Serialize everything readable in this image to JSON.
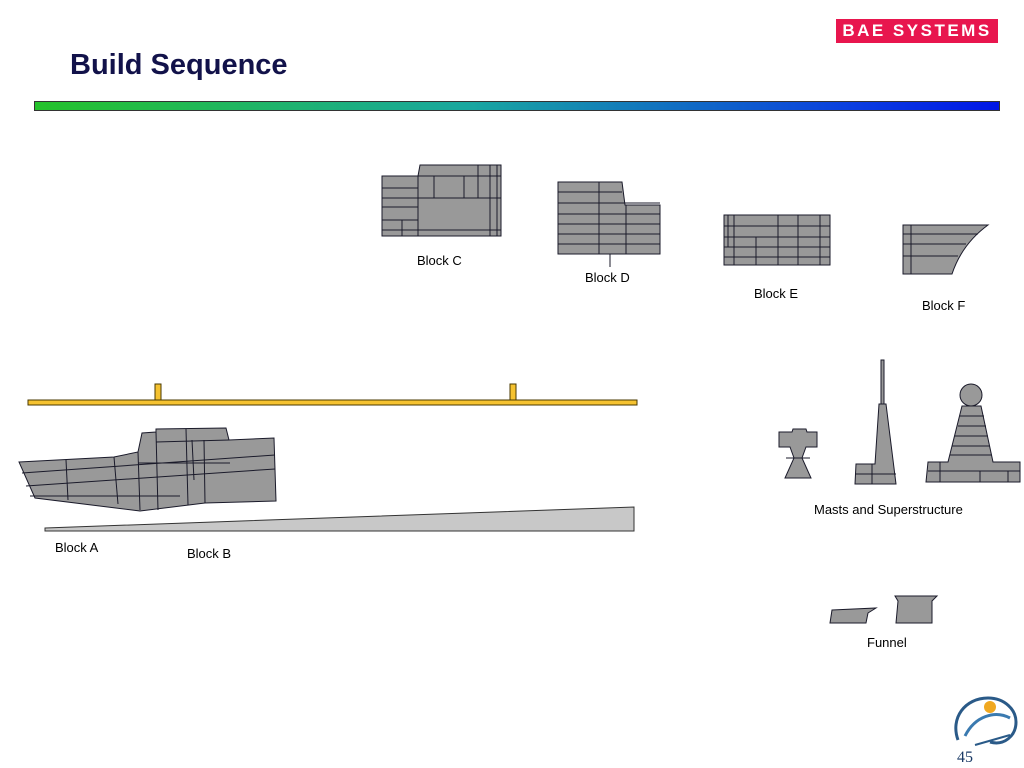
{
  "header": {
    "title": "Build Sequence",
    "logo_text": "BAE SYSTEMS",
    "logo_color": "#e8164e"
  },
  "labels": {
    "block_c": "Block C",
    "block_d": "Block D",
    "block_e": "Block E",
    "block_f": "Block F",
    "block_a": "Block A",
    "block_b": "Block B",
    "masts": "Masts and Superstructure",
    "funnel": "Funnel"
  },
  "footer": {
    "emblem_number": "45"
  },
  "colors": {
    "block_fill": "#999999",
    "beam": "#f5c230",
    "title": "#12124a"
  }
}
